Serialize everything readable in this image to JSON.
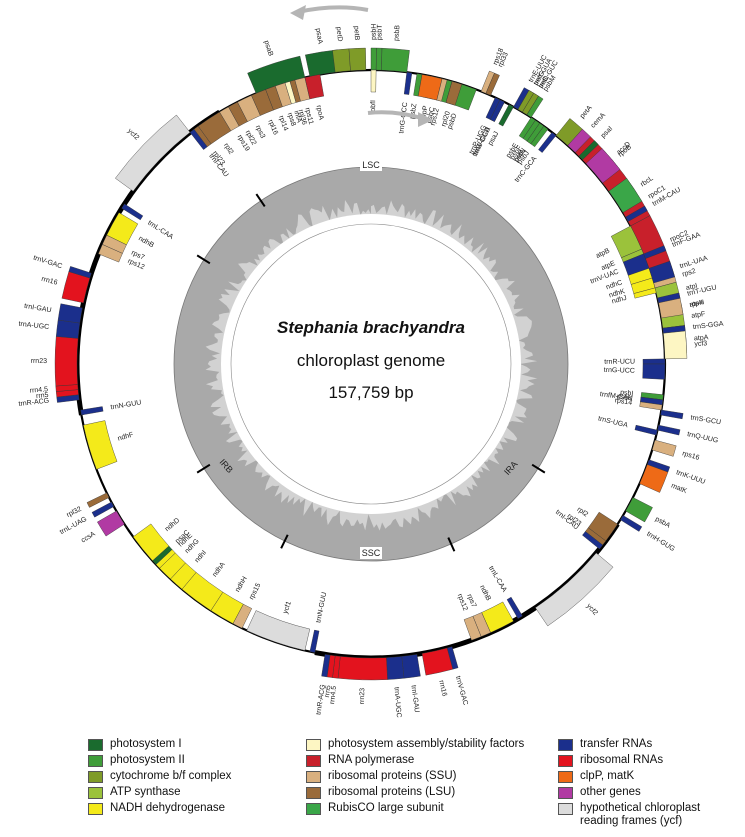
{
  "title": {
    "species": "Stephania brachyandra",
    "subtitle": "chloroplast genome",
    "length": "157,759 bp"
  },
  "regions": {
    "lsc": "LSC",
    "ssc": "SSC",
    "ira": "IRA",
    "irb": "IRB"
  },
  "colors": {
    "ps1": "#1a6b2e",
    "ps2": "#3f9d39",
    "cyt": "#7f9b28",
    "atp": "#9bc23b",
    "ndh": "#f4ea1a",
    "rbcl": "#3aa648",
    "paf": "#fdf6c3",
    "rpo": "#c8202b",
    "rps": "#d9b07f",
    "rpl": "#9a6b3a",
    "trn": "#1b2f8c",
    "rrn": "#e3131e",
    "clp": "#ee6a17",
    "other": "#b13aa3",
    "ycf": "#dcdcdc"
  },
  "legend": [
    [
      {
        "label": "photosystem I",
        "cat": "ps1"
      },
      {
        "label": "photosystem II",
        "cat": "ps2"
      },
      {
        "label": "cytochrome b/f complex",
        "cat": "cyt"
      },
      {
        "label": "ATP synthase",
        "cat": "atp"
      },
      {
        "label": "NADH dehydrogenase",
        "cat": "ndh"
      }
    ],
    [
      {
        "label": "photosystem assembly/stability factors",
        "cat": "paf"
      },
      {
        "label": "RNA polymerase",
        "cat": "rpo"
      },
      {
        "label": "ribosomal proteins (SSU)",
        "cat": "rps"
      },
      {
        "label": "ribosomal proteins (LSU)",
        "cat": "rpl"
      },
      {
        "label": "RubisCO large subunit",
        "cat": "rbcl"
      }
    ],
    [
      {
        "label": "transfer RNAs",
        "cat": "trn"
      },
      {
        "label": "ribosomal RNAs",
        "cat": "rrn"
      },
      {
        "label": "clpP, matK",
        "cat": "clp"
      },
      {
        "label": "other genes",
        "cat": "other"
      },
      {
        "label": "hypothetical chloroplast reading frames (ycf)",
        "cat": "ycf"
      }
    ]
  ],
  "genes": [
    {
      "name": "psaB",
      "cat": "ps1",
      "s": -23,
      "e": -13,
      "side": "out"
    },
    {
      "name": "psaA",
      "cat": "ps1",
      "s": -12,
      "e": -6,
      "side": "out"
    },
    {
      "name": "psbZ",
      "cat": "ps2",
      "s": 9,
      "e": 10,
      "side": "in"
    },
    {
      "name": "psbC",
      "cat": "ps2",
      "s": 11,
      "e": 16,
      "side": "in"
    },
    {
      "name": "psbD",
      "cat": "ps2",
      "s": 16,
      "e": 21,
      "side": "in"
    },
    {
      "name": "trnG-GCC",
      "cat": "trn",
      "s": 7,
      "e": 8,
      "side": "in"
    },
    {
      "name": "trnT-GGU",
      "cat": "trn",
      "s": 26,
      "e": 27,
      "side": "in"
    },
    {
      "name": "psbM",
      "cat": "ps2",
      "s": 32,
      "e": 33,
      "side": "out"
    },
    {
      "name": "petN",
      "cat": "cyt",
      "s": 35,
      "e": 36,
      "side": "in"
    },
    {
      "name": "trnC-GCA",
      "cat": "trn",
      "s": 38,
      "e": 39,
      "side": "in"
    },
    {
      "name": "trnE-UUC",
      "cat": "trn",
      "s": 29,
      "e": 30,
      "side": "out"
    },
    {
      "name": "trnY-GUA",
      "cat": "trn",
      "s": 30,
      "e": 31,
      "side": "out"
    },
    {
      "name": "trnD-GUC",
      "cat": "trn",
      "s": 31,
      "e": 32,
      "side": "out"
    },
    {
      "name": "rpoB",
      "cat": "rpo",
      "s": 44,
      "e": 56,
      "side": "out"
    },
    {
      "name": "rpoC1",
      "cat": "rpo",
      "s": 56,
      "e": 62,
      "side": "out"
    },
    {
      "name": "rpoC2",
      "cat": "rpo",
      "s": 62,
      "e": 73,
      "side": "out"
    },
    {
      "name": "rps2",
      "cat": "rps",
      "s": 73,
      "e": 75,
      "side": "out"
    },
    {
      "name": "atpI",
      "cat": "atp",
      "s": 75,
      "e": 78,
      "side": "out"
    },
    {
      "name": "atpH",
      "cat": "atp",
      "s": 79,
      "e": 80,
      "side": "out"
    },
    {
      "name": "atpF",
      "cat": "atp",
      "s": 80,
      "e": 83,
      "side": "out"
    },
    {
      "name": "atpA",
      "cat": "atp",
      "s": 83,
      "e": 88,
      "side": "out"
    },
    {
      "name": "trnR-UCU",
      "cat": "trn",
      "s": 89,
      "e": 90,
      "side": "in"
    },
    {
      "name": "trnG-UCC",
      "cat": "trn",
      "s": 90,
      "e": 93,
      "side": "in"
    },
    {
      "name": "psbI",
      "cat": "ps2",
      "s": 96,
      "e": 97,
      "side": "in"
    },
    {
      "name": "psbK",
      "cat": "ps2",
      "s": 97,
      "e": 98,
      "side": "in"
    },
    {
      "name": "trnS-GCU",
      "cat": "trn",
      "s": 99,
      "e": 100,
      "side": "out"
    },
    {
      "name": "trnQ-UUG",
      "cat": "trn",
      "s": 102,
      "e": 103,
      "side": "out"
    },
    {
      "name": "rps16",
      "cat": "rps",
      "s": 105,
      "e": 107,
      "side": "out"
    },
    {
      "name": "trnK-UUU",
      "cat": "trn",
      "s": 109,
      "e": 110,
      "side": "out"
    },
    {
      "name": "matK",
      "cat": "clp",
      "s": 110,
      "e": 114,
      "side": "out"
    },
    {
      "name": "psbA",
      "cat": "ps2",
      "s": 117,
      "e": 120,
      "side": "out"
    },
    {
      "name": "trnH-GUG",
      "cat": "trn",
      "s": 121,
      "e": 122,
      "side": "out"
    },
    {
      "name": "rpl2",
      "cat": "rpl",
      "s": 123,
      "e": 127,
      "side": "in"
    },
    {
      "name": "rpl23",
      "cat": "rpl",
      "s": 127,
      "e": 128,
      "side": "in"
    },
    {
      "name": "trnI-CAU",
      "cat": "trn",
      "s": 128,
      "e": 129,
      "side": "in"
    },
    {
      "name": "ycf2",
      "cat": "ycf",
      "s": 130,
      "e": 146,
      "side": "out"
    },
    {
      "name": "trnL-CAA",
      "cat": "trn",
      "s": 149,
      "e": 150,
      "side": "in"
    },
    {
      "name": "ndhB",
      "cat": "ndh",
      "s": 151,
      "e": 156,
      "side": "in"
    },
    {
      "name": "rps7",
      "cat": "rps",
      "s": 156,
      "e": 158,
      "side": "in"
    },
    {
      "name": "rps12",
      "cat": "rps",
      "s": 158,
      "e": 160,
      "side": "in"
    },
    {
      "name": "trnV-GAC",
      "cat": "trn",
      "s": 164,
      "e": 165,
      "side": "out"
    },
    {
      "name": "rrn16",
      "cat": "rrn",
      "s": 165,
      "e": 170,
      "side": "out"
    },
    {
      "name": "trnI-GAU",
      "cat": "trn",
      "s": 171,
      "e": 174,
      "side": "out"
    },
    {
      "name": "trnA-UGC",
      "cat": "trn",
      "s": 174,
      "e": 177,
      "side": "out"
    },
    {
      "name": "rrn23",
      "cat": "rrn",
      "s": 177,
      "e": 186,
      "side": "out"
    },
    {
      "name": "rrn4.5",
      "cat": "rrn",
      "s": 186,
      "e": 187,
      "side": "out"
    },
    {
      "name": "rrn5",
      "cat": "rrn",
      "s": 187,
      "e": 188,
      "side": "out"
    },
    {
      "name": "trnR-ACG",
      "cat": "trn",
      "s": 188,
      "e": 189,
      "side": "out"
    },
    {
      "name": "trnN-GUU",
      "cat": "trn",
      "s": 191,
      "e": 192,
      "side": "in"
    },
    {
      "name": "ycf1",
      "cat": "ycf",
      "s": 193,
      "e": 205,
      "side": "in"
    },
    {
      "name": "rps15",
      "cat": "rps",
      "s": 206,
      "e": 208,
      "side": "in"
    },
    {
      "name": "ndhH",
      "cat": "ndh",
      "s": 208,
      "e": 213,
      "side": "in"
    },
    {
      "name": "ndhA",
      "cat": "ndh",
      "s": 213,
      "e": 220,
      "side": "in"
    },
    {
      "name": "ndhI",
      "cat": "ndh",
      "s": 220,
      "e": 223,
      "side": "in"
    },
    {
      "name": "ndhG",
      "cat": "ndh",
      "s": 223,
      "e": 226,
      "side": "in"
    },
    {
      "name": "ndhE",
      "cat": "ndh",
      "s": 226,
      "e": 227,
      "side": "in"
    },
    {
      "name": "psaC",
      "cat": "ps1",
      "s": 227,
      "e": 228,
      "side": "in"
    },
    {
      "name": "ndhD",
      "cat": "ndh",
      "s": 228,
      "e": 234,
      "side": "in"
    },
    {
      "name": "ccsA",
      "cat": "other",
      "s": 237,
      "e": 240,
      "side": "out"
    },
    {
      "name": "trnL-UAG",
      "cat": "trn",
      "s": 241,
      "e": 242,
      "side": "out"
    },
    {
      "name": "rpl32",
      "cat": "rpl",
      "s": 243,
      "e": 244,
      "side": "out"
    },
    {
      "name": "ndhF",
      "cat": "ndh",
      "s": 249,
      "e": 258,
      "side": "in"
    },
    {
      "name": "trnN-GUU",
      "cat": "trn",
      "s": 260,
      "e": 261,
      "side": "in"
    },
    {
      "name": "trnR-ACG",
      "cat": "trn",
      "s": 263,
      "e": 264,
      "side": "out"
    },
    {
      "name": "rrn5",
      "cat": "rrn",
      "s": 264,
      "e": 265,
      "side": "out"
    },
    {
      "name": "rrn4.5",
      "cat": "rrn",
      "s": 265,
      "e": 266,
      "side": "out"
    },
    {
      "name": "rrn23",
      "cat": "rrn",
      "s": 266,
      "e": 275,
      "side": "out"
    },
    {
      "name": "trnA-UGC",
      "cat": "trn",
      "s": 275,
      "e": 278,
      "side": "out"
    },
    {
      "name": "trnI-GAU",
      "cat": "trn",
      "s": 278,
      "e": 281,
      "side": "out"
    },
    {
      "name": "rrn16",
      "cat": "rrn",
      "s": 282,
      "e": 287,
      "side": "out"
    },
    {
      "name": "trnV-GAC",
      "cat": "trn",
      "s": 287,
      "e": 288,
      "side": "out"
    },
    {
      "name": "rps12",
      "cat": "rps",
      "s": 292,
      "e": 294,
      "side": "in"
    },
    {
      "name": "rps7",
      "cat": "rps",
      "s": 294,
      "e": 296,
      "side": "in"
    },
    {
      "name": "ndhB",
      "cat": "ndh",
      "s": 296,
      "e": 301,
      "side": "in"
    },
    {
      "name": "trnL-CAA",
      "cat": "trn",
      "s": 302,
      "e": 303,
      "side": "in"
    },
    {
      "name": "ycf2",
      "cat": "ycf",
      "s": 306,
      "e": 322,
      "side": "out"
    },
    {
      "name": "trnI-CAU",
      "cat": "trn",
      "s": 322,
      "e": 323,
      "side": "in"
    },
    {
      "name": "rpl23",
      "cat": "rpl",
      "s": 323,
      "e": 324,
      "side": "in"
    },
    {
      "name": "rpl2",
      "cat": "rpl",
      "s": 324,
      "e": 329,
      "side": "in"
    },
    {
      "name": "rps19",
      "cat": "rps",
      "s": 329,
      "e": 331,
      "side": "in"
    },
    {
      "name": "rpl22",
      "cat": "rpl",
      "s": 331,
      "e": 333,
      "side": "in"
    },
    {
      "name": "rps3",
      "cat": "rps",
      "s": 333,
      "e": 336,
      "side": "in"
    },
    {
      "name": "rpl16",
      "cat": "rpl",
      "s": 336,
      "e": 339,
      "side": "in"
    },
    {
      "name": "rpl14",
      "cat": "rpl",
      "s": 339,
      "e": 341,
      "side": "in"
    },
    {
      "name": "rps8",
      "cat": "rps",
      "s": 341,
      "e": 343,
      "side": "in"
    },
    {
      "name": "infA",
      "cat": "paf",
      "s": 343,
      "e": 344,
      "side": "in"
    },
    {
      "name": "rpl36",
      "cat": "rpl",
      "s": 344,
      "e": 345,
      "side": "in"
    },
    {
      "name": "rps11",
      "cat": "rps",
      "s": 345,
      "e": 347,
      "side": "in"
    },
    {
      "name": "rpoA",
      "cat": "rpo",
      "s": 347,
      "e": 350,
      "side": "in"
    },
    {
      "name": "petD",
      "cat": "cyt",
      "s": -7,
      "e": -4,
      "side": "out",
      "off": 360
    },
    {
      "name": "petB",
      "cat": "cyt",
      "s": -4,
      "e": -1,
      "side": "out",
      "off": 360
    },
    {
      "name": "psbH",
      "cat": "ps2",
      "s": 0,
      "e": 1,
      "side": "out",
      "off": 360
    },
    {
      "name": "psbT",
      "cat": "ps2",
      "s": 1,
      "e": 2,
      "side": "out",
      "off": 360
    },
    {
      "name": "psbB",
      "cat": "ps2",
      "s": 2,
      "e": 7,
      "side": "out",
      "off": 360
    },
    {
      "name": "pbfI",
      "cat": "paf",
      "s": 0,
      "e": 1,
      "side": "in",
      "off": 360
    },
    {
      "name": "clpP",
      "cat": "clp",
      "s": 10,
      "e": 14,
      "side": "in",
      "off": 360
    },
    {
      "name": "rps12",
      "cat": "rps",
      "s": 14,
      "e": 15,
      "side": "in",
      "off": 360
    },
    {
      "name": "rpl20",
      "cat": "rpl",
      "s": 16,
      "e": 18,
      "side": "in",
      "off": 360
    },
    {
      "name": "rps18",
      "cat": "rps",
      "s": 22,
      "e": 23,
      "side": "out",
      "off": 360
    },
    {
      "name": "rpl33",
      "cat": "rpl",
      "s": 23,
      "e": 24,
      "side": "out",
      "off": 360
    },
    {
      "name": "trnP-UGG",
      "cat": "trn",
      "s": 25,
      "e": 26,
      "side": "in",
      "off": 360
    },
    {
      "name": "trnW-CCA",
      "cat": "trn",
      "s": 26,
      "e": 27,
      "side": "in",
      "off": 360
    },
    {
      "name": "psaJ",
      "cat": "ps1",
      "s": 28,
      "e": 29,
      "side": "in",
      "off": 360
    },
    {
      "name": "petG",
      "cat": "cyt",
      "s": 30,
      "e": 31,
      "side": "out",
      "off": 360
    },
    {
      "name": "petL",
      "cat": "cyt",
      "s": 31,
      "e": 32,
      "side": "out",
      "off": 360
    },
    {
      "name": "psbE",
      "cat": "ps2",
      "s": 33,
      "e": 34,
      "side": "in",
      "off": 360
    },
    {
      "name": "psbF",
      "cat": "ps2",
      "s": 34,
      "e": 35,
      "side": "in",
      "off": 360
    },
    {
      "name": "psbL",
      "cat": "ps2",
      "s": 35,
      "e": 36,
      "side": "in",
      "off": 360
    },
    {
      "name": "psbJ",
      "cat": "ps2",
      "s": 36,
      "e": 37,
      "side": "in",
      "off": 360
    },
    {
      "name": "petA",
      "cat": "cyt",
      "s": 39,
      "e": 42,
      "side": "out",
      "off": 360
    },
    {
      "name": "cemA",
      "cat": "other",
      "s": 42,
      "e": 44,
      "side": "out",
      "off": 360
    },
    {
      "name": "psaI",
      "cat": "ps1",
      "s": 45,
      "e": 46,
      "side": "out",
      "off": 360
    },
    {
      "name": "accD",
      "cat": "other",
      "s": 47,
      "e": 52,
      "side": "out",
      "off": 360
    },
    {
      "name": "rbcL",
      "cat": "rbcl",
      "s": 54,
      "e": 59,
      "side": "out",
      "off": 360
    },
    {
      "name": "atpB",
      "cat": "atp",
      "s": 62,
      "e": 67,
      "side": "in",
      "off": 360
    },
    {
      "name": "atpE",
      "cat": "atp",
      "s": 67,
      "e": 68,
      "side": "in",
      "off": 360
    },
    {
      "name": "trnM-CAU",
      "cat": "trn",
      "s": 60,
      "e": 61,
      "side": "out",
      "off": 360
    },
    {
      "name": "trnV-UAC",
      "cat": "trn",
      "s": 68,
      "e": 71,
      "side": "in",
      "off": 360
    },
    {
      "name": "ndhC",
      "cat": "ndh",
      "s": 71,
      "e": 73,
      "side": "in",
      "off": 360
    },
    {
      "name": "ndhK",
      "cat": "ndh",
      "s": 73,
      "e": 75,
      "side": "in",
      "off": 360
    },
    {
      "name": "ndhJ",
      "cat": "ndh",
      "s": 75,
      "e": 76,
      "side": "in",
      "off": 360
    },
    {
      "name": "trnF-GAA",
      "cat": "trn",
      "s": 68,
      "e": 69,
      "side": "out",
      "off": 360
    },
    {
      "name": "trnL-UAA",
      "cat": "trn",
      "s": 71,
      "e": 74,
      "side": "out",
      "off": 360
    },
    {
      "name": "trnT-UGU",
      "cat": "trn",
      "s": 77,
      "e": 78,
      "side": "out",
      "off": 360
    },
    {
      "name": "rps4",
      "cat": "rps",
      "s": 78,
      "e": 81,
      "side": "out",
      "off": 360
    },
    {
      "name": "trnS-GGA",
      "cat": "trn",
      "s": 83,
      "e": 84,
      "side": "out",
      "off": 360
    },
    {
      "name": "ycf3",
      "cat": "paf",
      "s": 84,
      "e": 89,
      "side": "out",
      "off": 360
    },
    {
      "name": "trnfM-CAU",
      "cat": "trn",
      "s": 97,
      "e": 98,
      "side": "in",
      "off": 360
    },
    {
      "name": "rps14",
      "cat": "rps",
      "s": 98,
      "e": 99,
      "side": "in",
      "off": 360
    },
    {
      "name": "trnS-UGA",
      "cat": "trn",
      "s": 103,
      "e": 104,
      "side": "in",
      "off": 360
    }
  ]
}
